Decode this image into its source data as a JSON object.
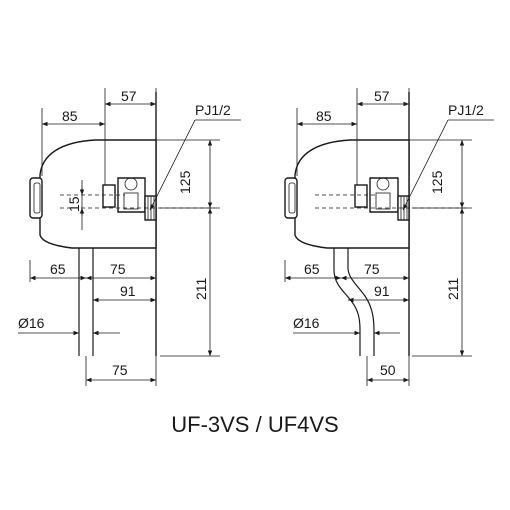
{
  "title": "UF-3VS / UF4VS",
  "left_view": {
    "dim_top_85": "85",
    "dim_top_57": "57",
    "thread_label": "PJ1/2",
    "dim_15": "15",
    "dim_125": "125",
    "dim_65": "65",
    "dim_75_mid": "75",
    "dim_91": "91",
    "dim_211": "211",
    "pipe_dia": "Ø16",
    "dim_bottom": "75"
  },
  "right_view": {
    "dim_top_85": "85",
    "dim_top_57": "57",
    "thread_label": "PJ1/2",
    "dim_125": "125",
    "dim_65": "65",
    "dim_75_mid": "75",
    "dim_91": "91",
    "dim_211": "211",
    "pipe_dia": "Ø16",
    "dim_bottom": "50"
  }
}
